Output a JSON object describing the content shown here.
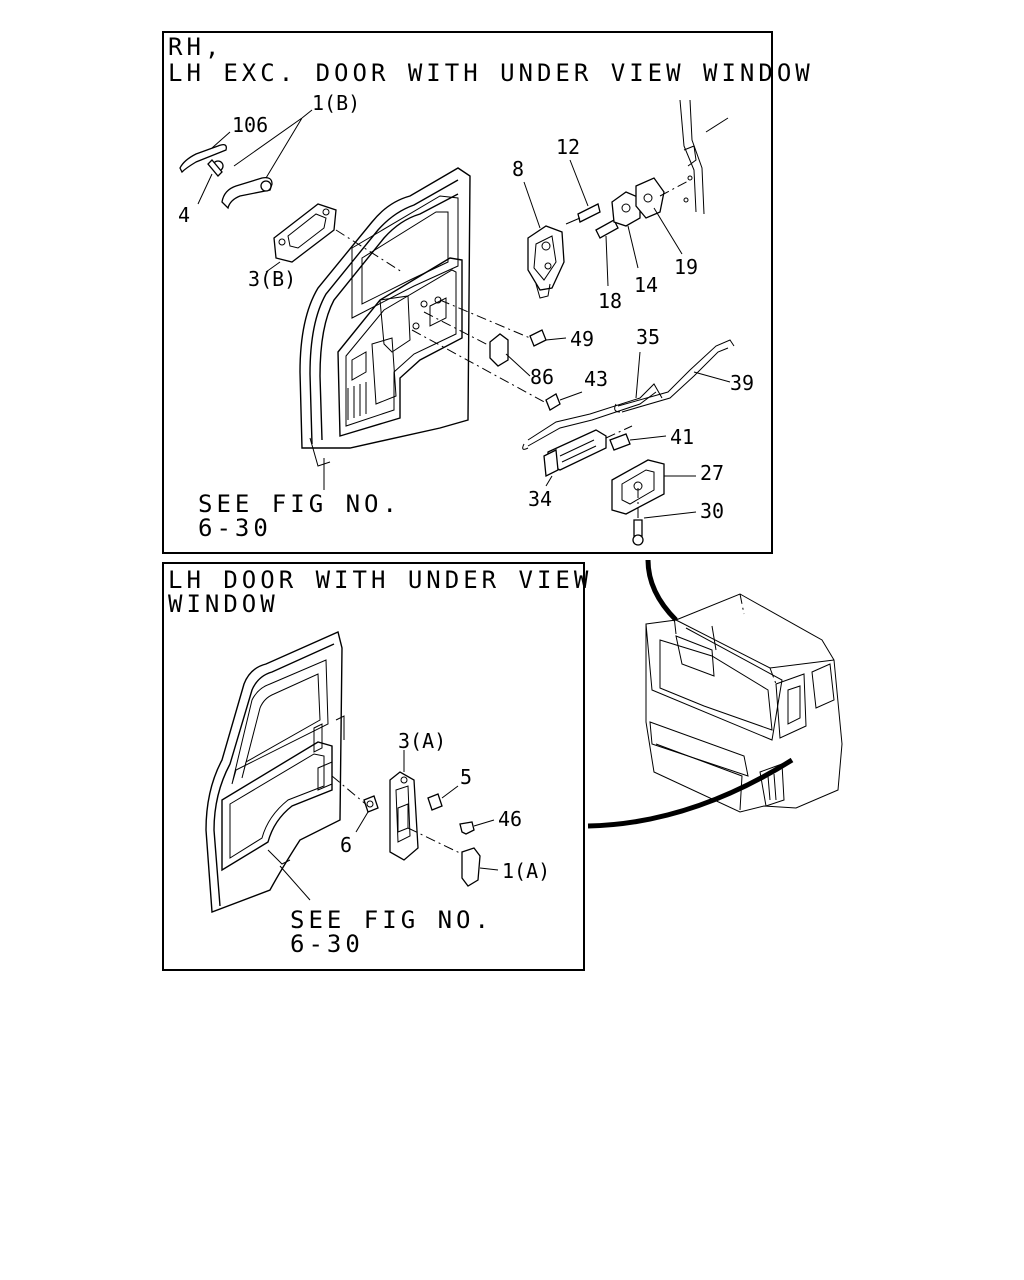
{
  "panel_top": {
    "title_line1": "RH,",
    "title_line2": "LH EXC. DOOR WITH UNDER VIEW WINDOW",
    "note_line1": "SEE FIG NO.",
    "note_line2": "6-30",
    "callouts": {
      "c1b": "1(B)",
      "c106": "106",
      "c4": "4",
      "c3b": "3(B)",
      "c8": "8",
      "c12": "12",
      "c18": "18",
      "c14": "14",
      "c19": "19",
      "c49": "49",
      "c86": "86",
      "c35": "35",
      "c43": "43",
      "c39": "39",
      "c41": "41",
      "c27": "27",
      "c34": "34",
      "c30": "30"
    }
  },
  "panel_bottom": {
    "title_line1": "LH DOOR WITH UNDER VIEW",
    "title_line2": "WINDOW",
    "note_line1": "SEE FIG NO.",
    "note_line2": "6-30",
    "callouts": {
      "c3a": "3(A)",
      "c5": "5",
      "c46": "46",
      "c6": "6",
      "c1a": "1(A)"
    }
  }
}
